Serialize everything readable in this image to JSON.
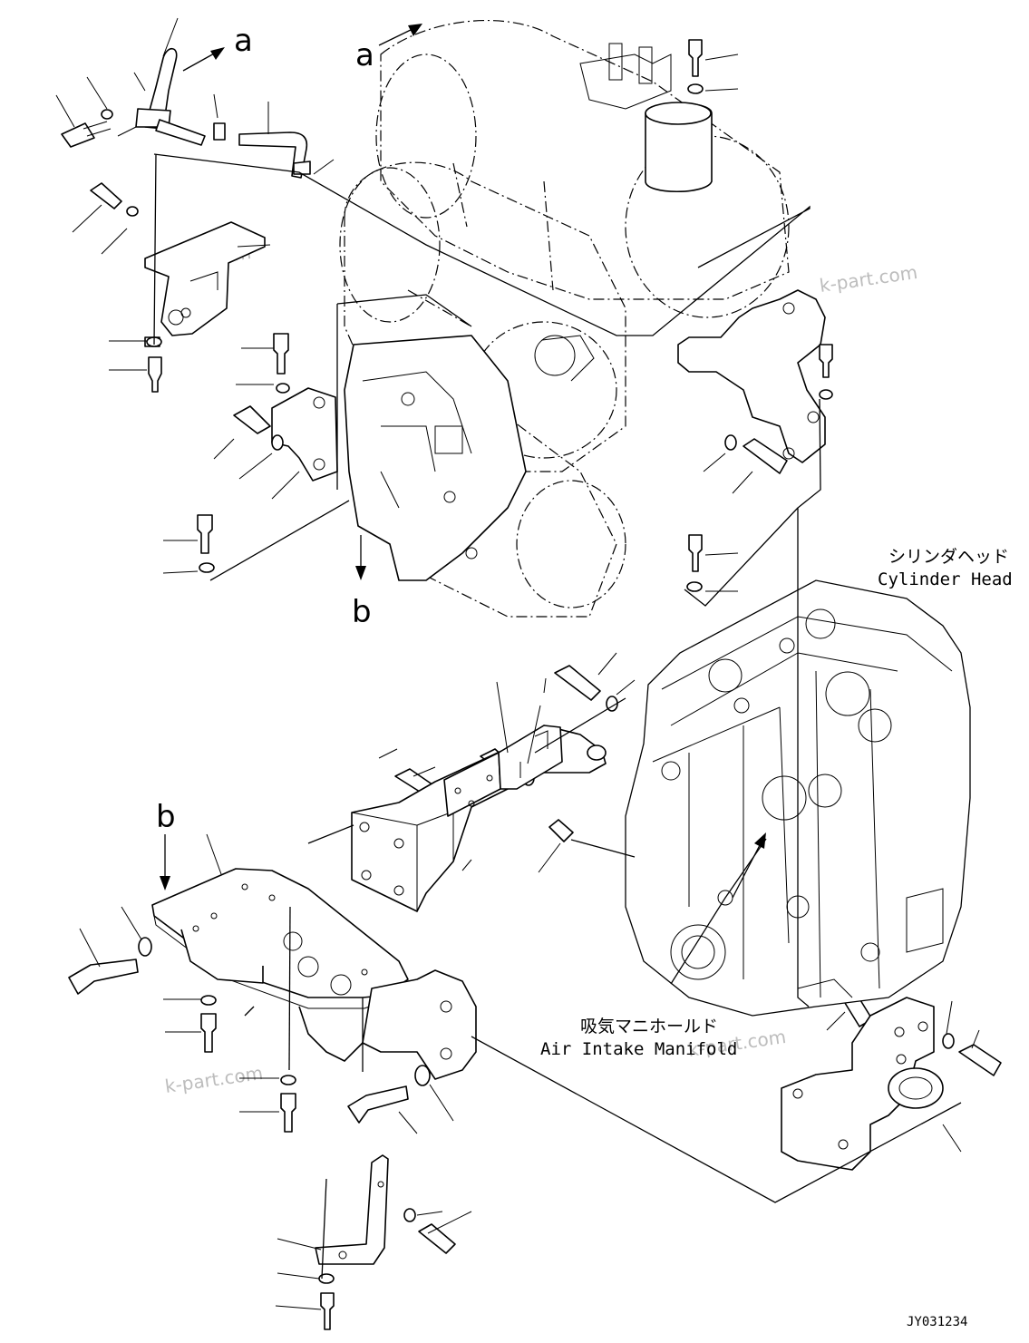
{
  "labels": {
    "marker_a": "a",
    "marker_b": "b",
    "cylinder_head_jp": "シリンダヘッド",
    "cylinder_head_en": "Cylinder Head",
    "intake_manifold_jp": "吸気マニホールド",
    "intake_manifold_en": "Air Intake Manifold",
    "drawing_number": "JY031234"
  },
  "watermark": "k-part.com",
  "colors": {
    "line": "#000000",
    "background": "#ffffff",
    "watermark": "#bdbdbd"
  }
}
